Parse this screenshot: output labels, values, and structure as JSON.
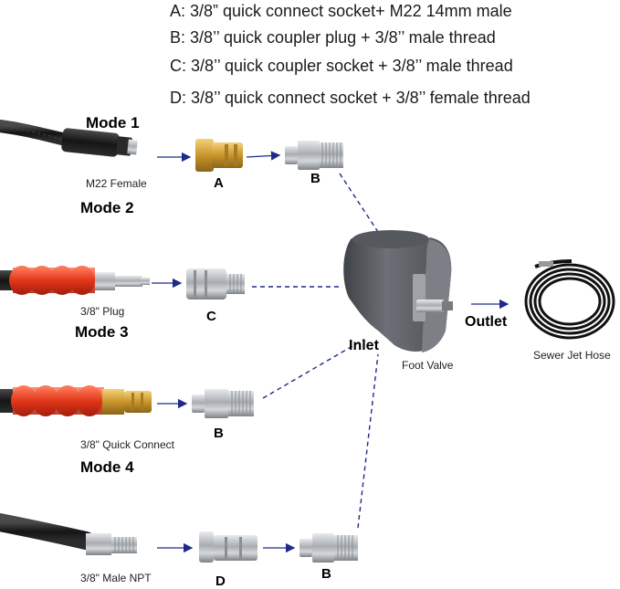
{
  "legend": {
    "a": "A: 3/8” quick connect socket+ M22 14mm male",
    "b": "B: 3/8’’ quick coupler plug + 3/8’’ male thread",
    "c": "C: 3/8’’ quick coupler socket + 3/8’’ male thread",
    "d": "D: 3/8’’ quick connect socket + 3/8’’ female thread"
  },
  "modes": {
    "mode1": "Mode 1",
    "mode2": "Mode 2",
    "mode3": "Mode 3",
    "mode4": "Mode 4"
  },
  "hose_labels": {
    "m22": "M22 Female",
    "plug": "3/8\" Plug",
    "quick_connect": "3/8\" Quick Connect",
    "male_npt": "3/8\" Male NPT"
  },
  "part_letters": {
    "row1_a": "A",
    "row1_b": "B",
    "row2_c": "C",
    "row3_b": "B",
    "row4_d": "D",
    "row4_b": "B"
  },
  "center": {
    "inlet": "Inlet",
    "foot_valve": "Foot Valve",
    "outlet": "Outlet",
    "sewer_hose": "Sewer Jet Hose"
  },
  "colors": {
    "dashed_line": "#1f2a8a",
    "arrow": "#1f2a8a",
    "red_sleeve": "#e23a1c",
    "brass": "#d9a93a",
    "steel": "#b9bcc0",
    "black_hose": "#1c1c1c",
    "foot_valve": "#5d6066"
  }
}
